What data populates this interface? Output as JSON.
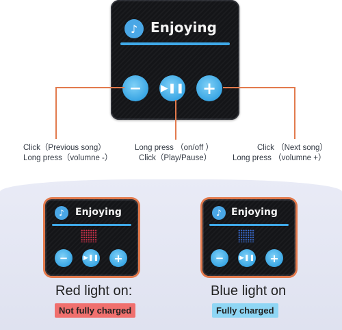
{
  "main_device": {
    "title": "Enjoying",
    "icons": [
      "music-note-icon",
      "minus-icon",
      "play-pause-icon",
      "plus-icon"
    ]
  },
  "captions": {
    "left": {
      "line1": "Click（Previous song）",
      "line2": "Long press（volumne -）"
    },
    "center": {
      "line1": "Long press （on/off ）",
      "line2": "Click（Play/Pause）"
    },
    "right": {
      "line1": "Click （Next song）",
      "line2": "Long press （volumne +）"
    }
  },
  "left_device": {
    "title": "Enjoying",
    "status_label": "Red light on:",
    "badge": "Not fully charged",
    "badge_color": "#f0706e",
    "led_color": "#d8314c"
  },
  "right_device": {
    "title": "Enjoying",
    "status_label": "Blue light on",
    "badge": "Fully charged",
    "badge_color": "#8fd6f4",
    "led_color": "#3a6fd8"
  },
  "colors": {
    "accent_blue": "#3fa9e8",
    "connector_orange": "#e27a4d",
    "patch_black": "#141518"
  }
}
